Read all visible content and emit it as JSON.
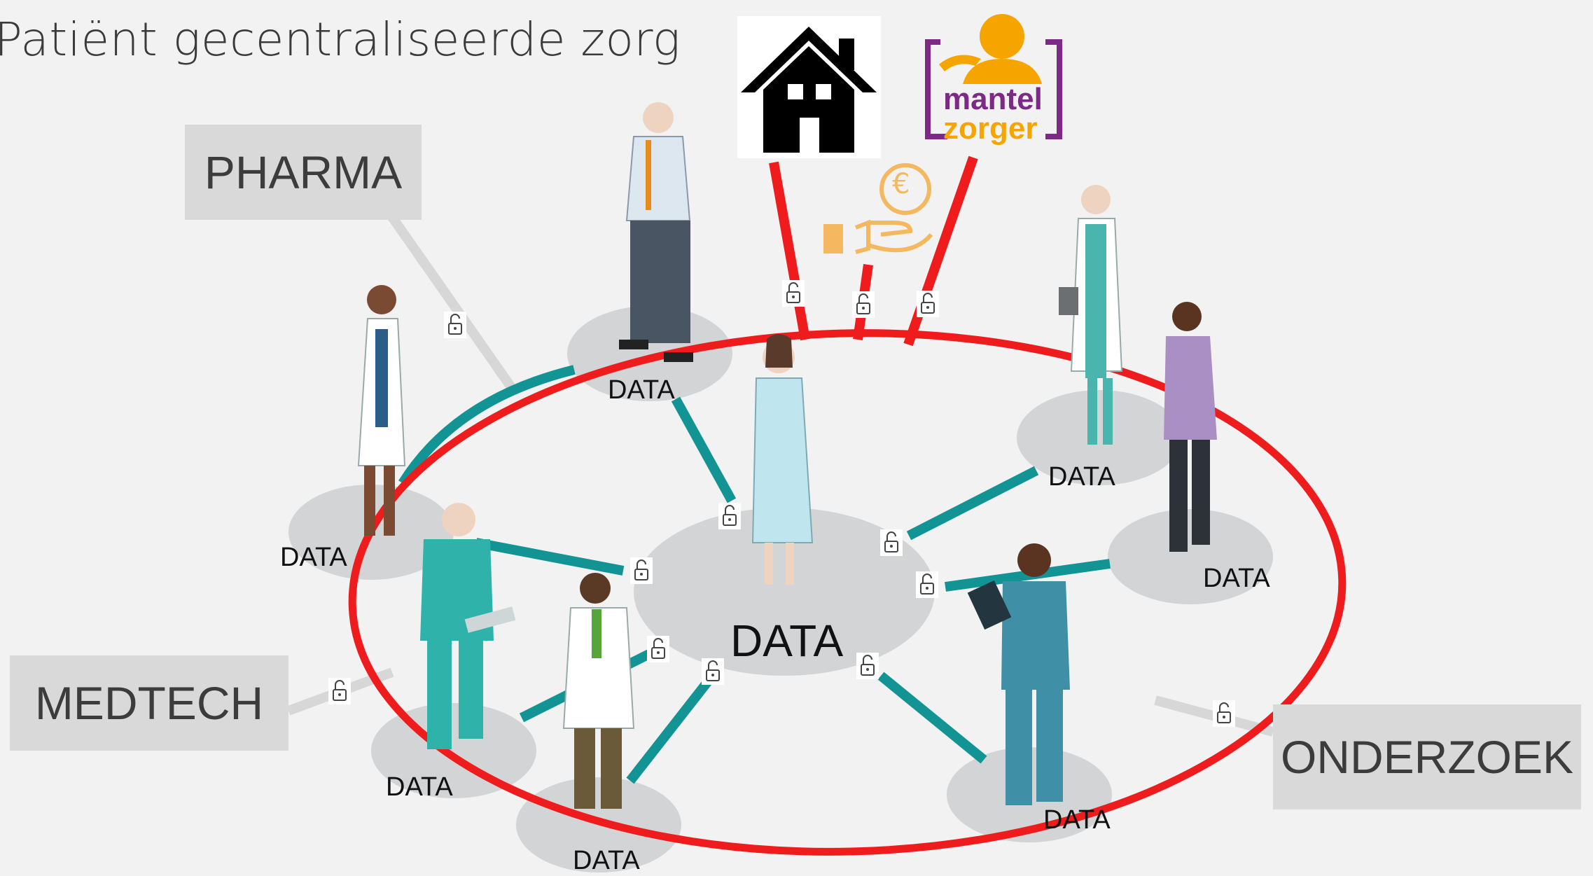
{
  "title": "Patiënt gecentraliseerde zorg",
  "boxes": {
    "pharma": "PHARMA",
    "medtech": "MEDTECH",
    "onderzoek": "ONDERZOEK"
  },
  "mantelzorger_logo": {
    "line1": "mantel",
    "line2": "zorger"
  },
  "data_labels": {
    "center": "DATA",
    "n1": "DATA",
    "n2": "DATA",
    "n3": "DATA",
    "n4": "DATA",
    "n5": "DATA",
    "n6": "DATA",
    "n7": "DATA"
  },
  "icons": [
    "house-icon",
    "mantelzorger-logo",
    "euro-hand-icon",
    "lock-icon"
  ],
  "colors": {
    "ring": "#ee1c1c",
    "teal_link": "#139494",
    "gray_link": "#d7d7d7",
    "ellipse": "#d2d4d6",
    "mantel_purple": "#7d2a87",
    "mantel_orange": "#f6a400"
  }
}
